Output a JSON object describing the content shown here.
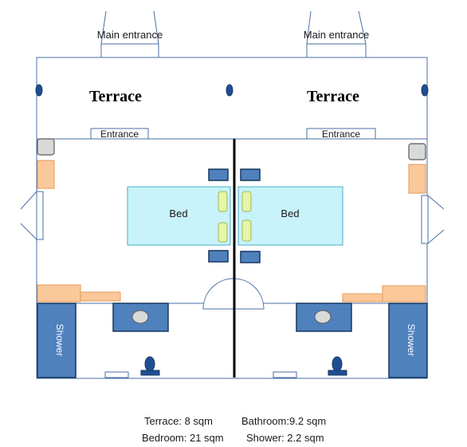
{
  "units": [
    {
      "main_entrance": "Main entrance",
      "terrace": "Terrace",
      "entrance": "Entrance",
      "bed": "Bed",
      "shower": "Shower"
    },
    {
      "main_entrance": "Main entrance",
      "terrace": "Terrace",
      "entrance": "Entrance",
      "bed": "Bed",
      "shower": "Shower"
    }
  ],
  "areas": {
    "terrace": "Terrace:  8 sqm",
    "bathroom": "Bathroom:9.2 sqm",
    "bedroom": "Bedroom: 21 sqm",
    "shower": "Shower: 2.2 sqm"
  },
  "colors": {
    "wall": "#4a6fa5",
    "divider": "#000000",
    "bed_fill": "#c8f3fb",
    "furniture_blue": "#4f81bd",
    "furniture_orange": "#fbc89a",
    "pillow": "#e6f5a8",
    "lamp": "#1f4e96"
  }
}
